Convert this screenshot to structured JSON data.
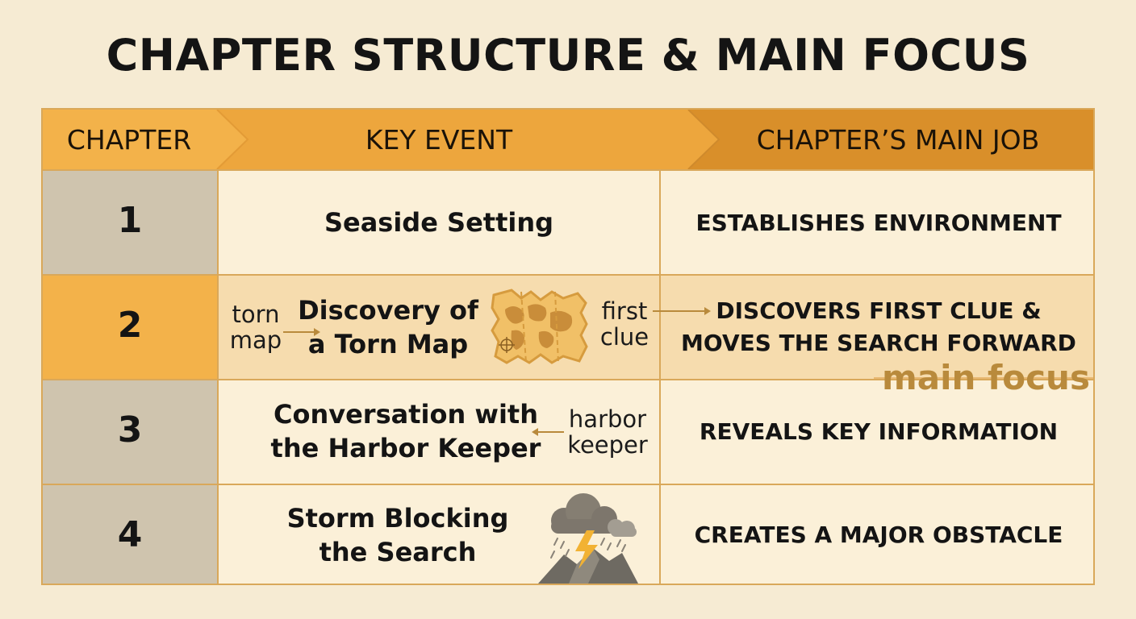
{
  "title": "CHAPTER STRUCTURE & MAIN FOCUS",
  "headers": {
    "chapter": "CHAPTER",
    "key_event": "KEY EVENT",
    "main_job": "CHAPTER’S MAIN JOB"
  },
  "rows": [
    {
      "chapter": "1",
      "event_lines": [
        "Seaside Setting"
      ],
      "job_lines": [
        "ESTABLISHES ENVIRONMENT"
      ]
    },
    {
      "chapter": "2",
      "event_lines": [
        "Discovery of",
        "a Torn Map"
      ],
      "job_lines": [
        "DISCOVERS FIRST CLUE &",
        "MOVES THE SEARCH FORWARD"
      ]
    },
    {
      "chapter": "3",
      "event_lines": [
        "Conversation with",
        "the Harbor Keeper"
      ],
      "job_lines": [
        "REVEALS KEY INFORMATION"
      ]
    },
    {
      "chapter": "4",
      "event_lines": [
        "Storm Blocking",
        "the Search"
      ],
      "job_lines": [
        "CREATES A MAJOR OBSTACLE"
      ]
    }
  ],
  "annotations": {
    "torn_map": [
      "torn",
      "map"
    ],
    "first_clue": [
      "first",
      "clue"
    ],
    "harbor_keeper": [
      "harbor",
      "keeper"
    ],
    "main_focus": "main focus"
  },
  "icons": {
    "row2": "torn-map-icon",
    "row4": "storm-cloud-icon"
  },
  "colors": {
    "background": "#f6ebd3",
    "header_light": "#f3b24a",
    "header_mid": "#eda63d",
    "header_dark": "#d98f2a",
    "chapter_gray": "#cfc4ae",
    "highlight_row": "#f3b24a",
    "highlight_row_light": "#f6dcae",
    "border": "#d9a85a",
    "accent_text": "#b98a3c"
  }
}
